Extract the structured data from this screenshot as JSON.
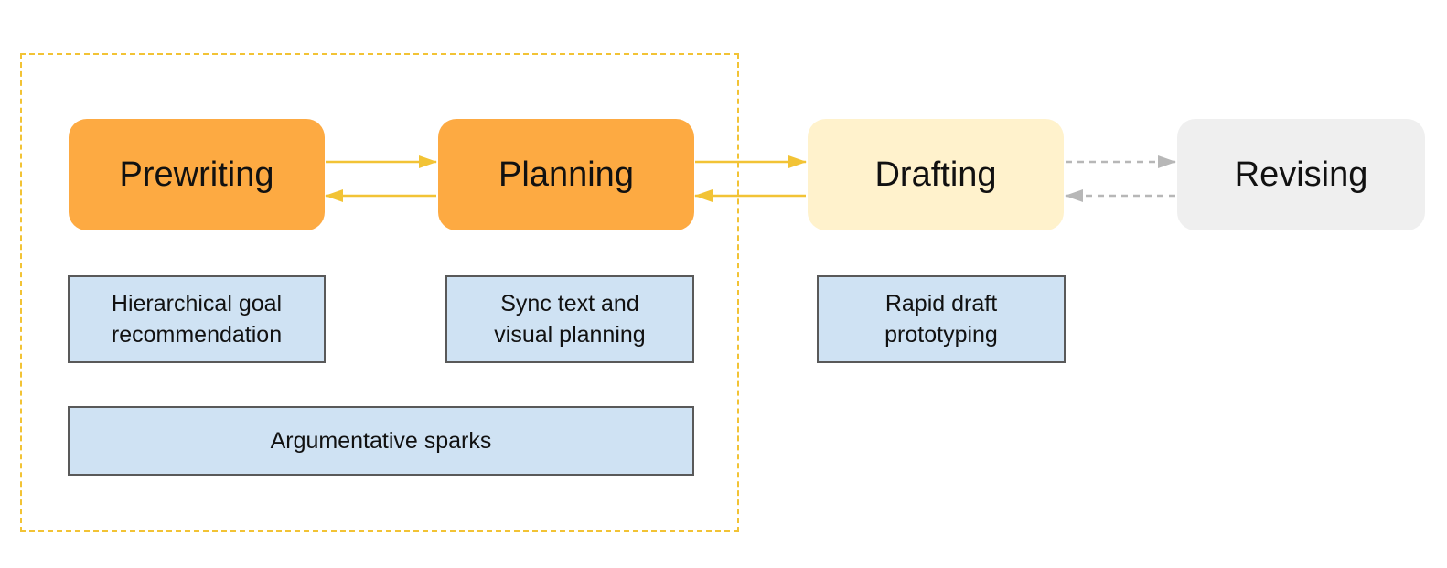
{
  "stages": [
    {
      "label": "Prewriting",
      "state": "active"
    },
    {
      "label": "Planning",
      "state": "active"
    },
    {
      "label": "Drafting",
      "state": "next"
    },
    {
      "label": "Revising",
      "state": "future"
    }
  ],
  "features": {
    "prewriting": {
      "line1": "Hierarchical goal",
      "line2": "recommendation"
    },
    "planning": {
      "line1": "Sync text and",
      "line2": "visual planning"
    },
    "drafting": {
      "line1": "Rapid draft",
      "line2": "prototyping"
    },
    "shared": {
      "label": "Argumentative sparks"
    }
  },
  "colors": {
    "active_stage": "#fdaa42",
    "next_stage": "#fff2cc",
    "future_stage": "#efefef",
    "feature_box": "#cfe2f3",
    "highlight_border": "#f2c335",
    "solid_arrow": "#f2c335",
    "dashed_arrow": "#b7b7b7"
  }
}
